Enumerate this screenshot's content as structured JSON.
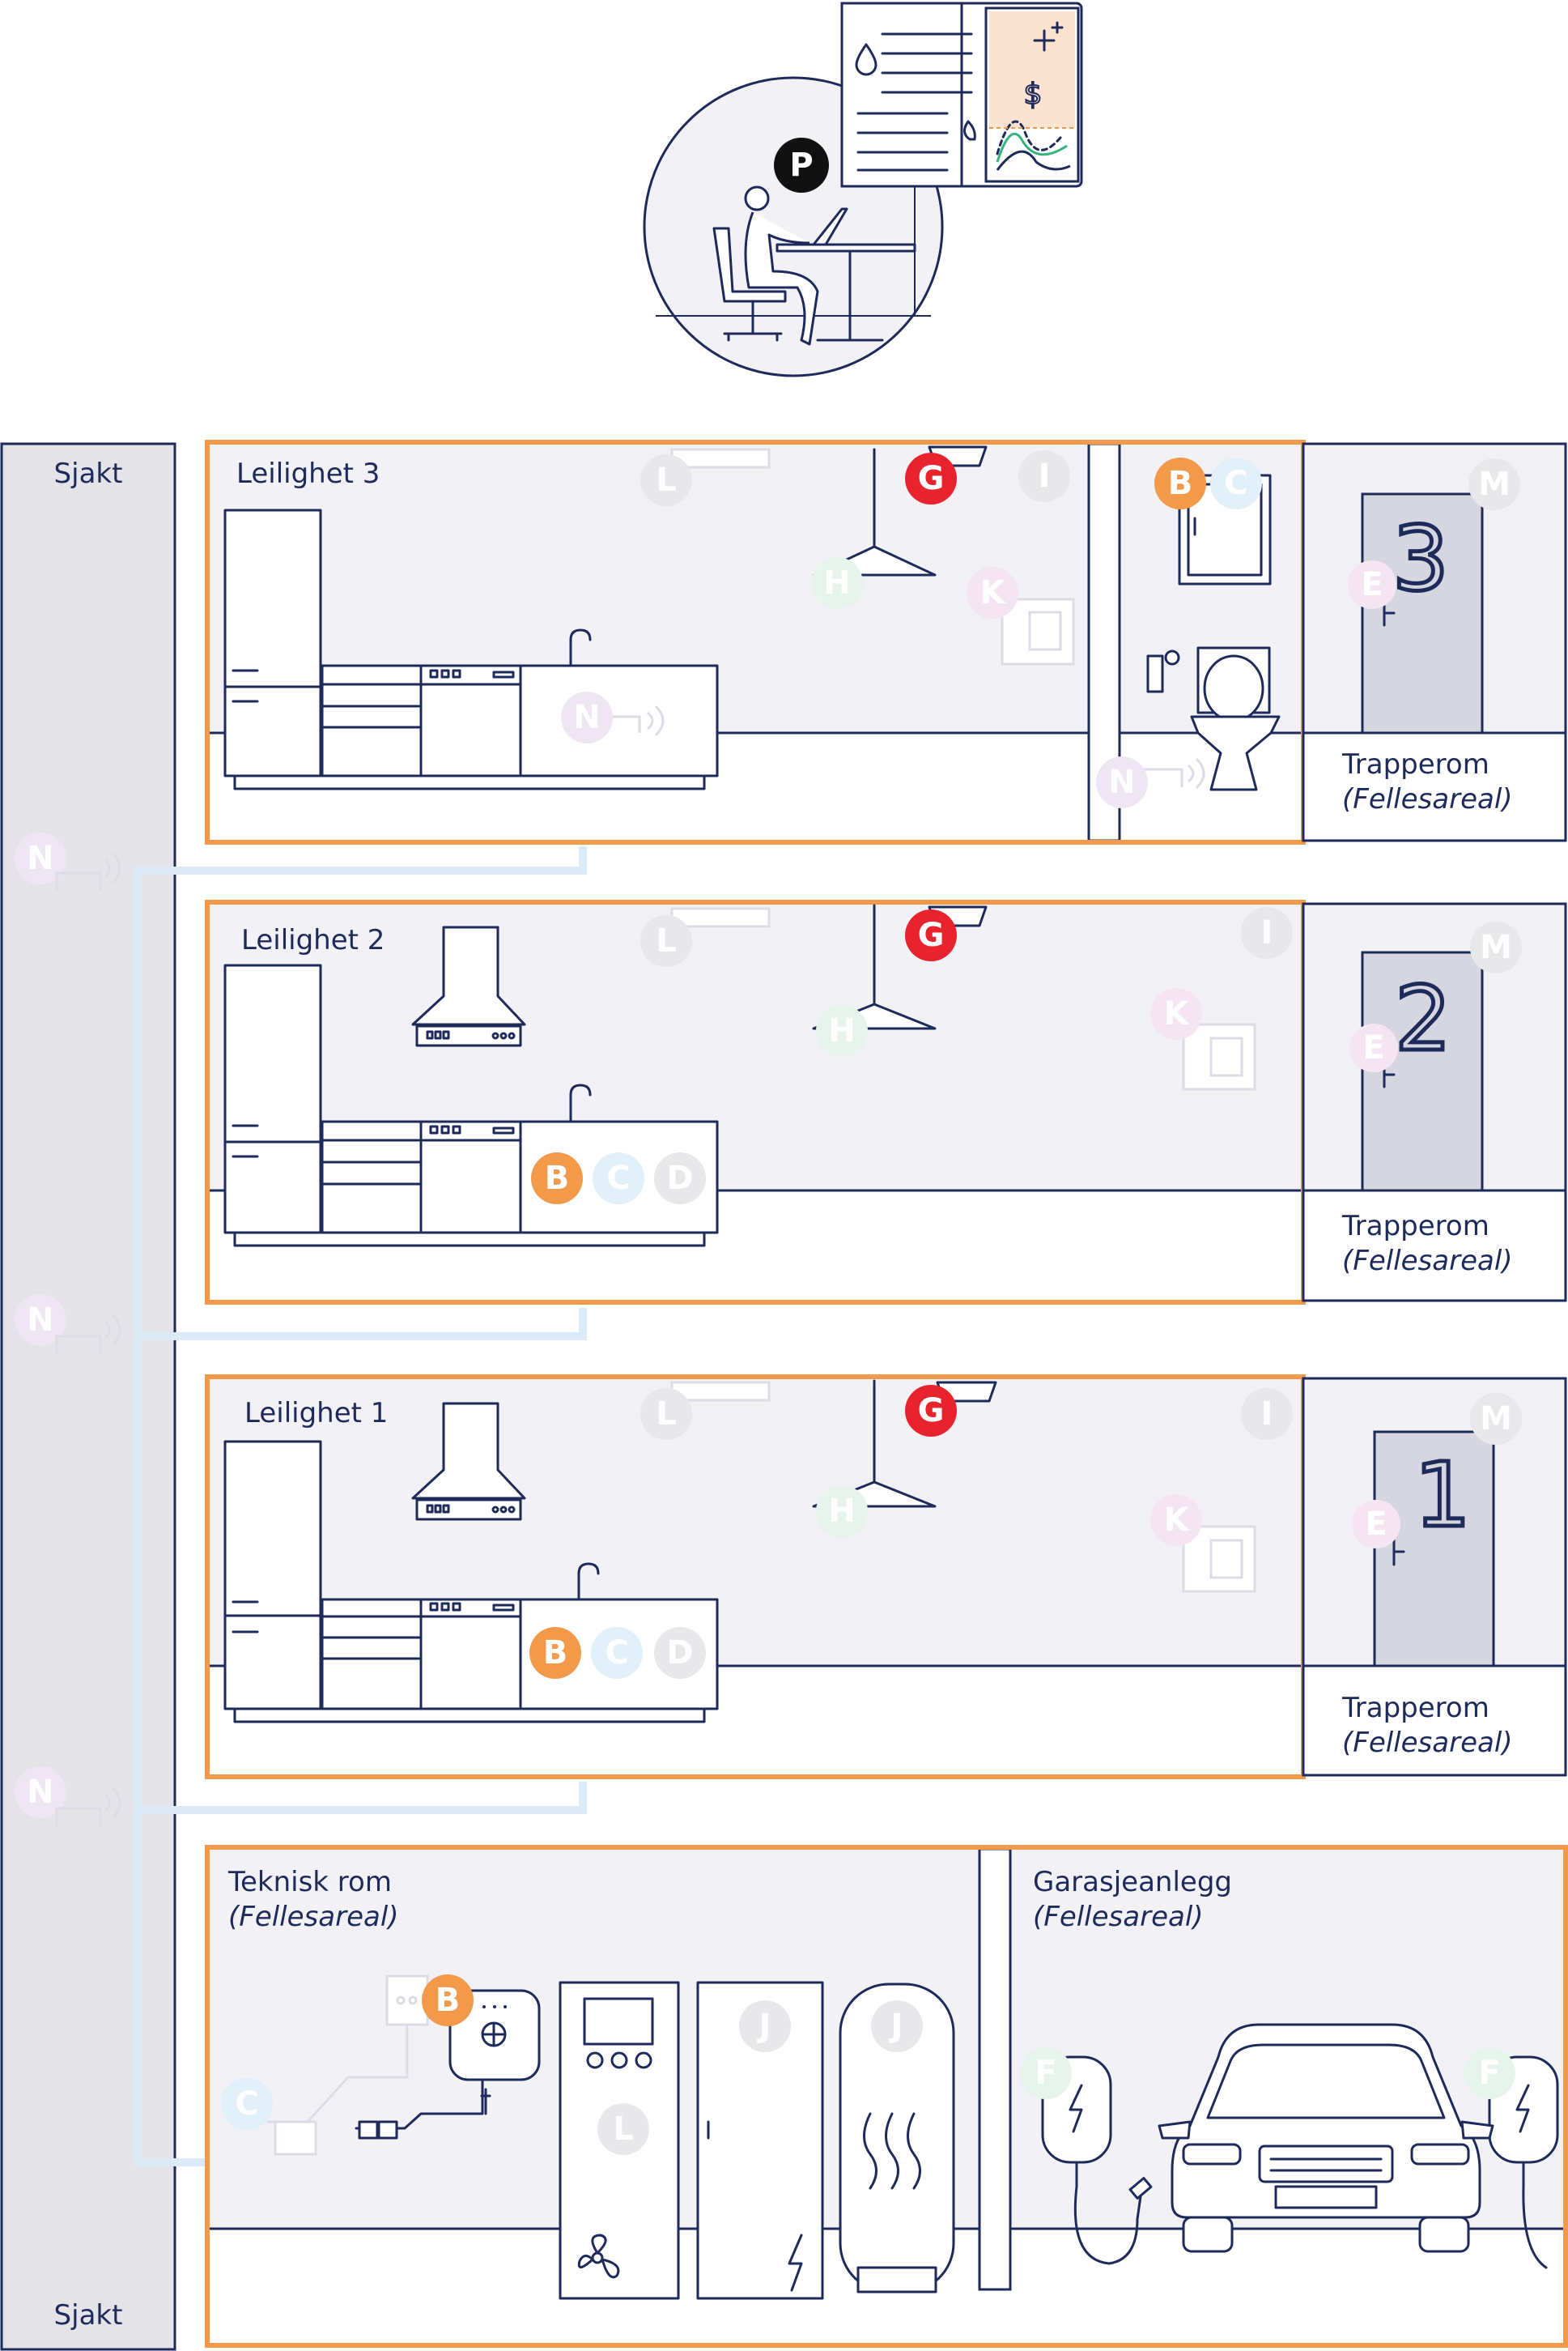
{
  "labels": {
    "shaft_top": "Sjakt",
    "shaft_bottom": "Sjakt",
    "apt3": "Leilighet 3",
    "apt2": "Leilighet 2",
    "apt1": "Leilighet 1",
    "stair": "Trapperom",
    "common": "(Fellesareal)",
    "technical": "Teknisk rom",
    "garage": "Garasjeanlegg",
    "door3": "3",
    "door2": "2",
    "door1": "1"
  },
  "markers": {
    "P": "P",
    "B": "B",
    "C": "C",
    "D": "D",
    "E": "E",
    "F": "F",
    "G": "G",
    "H": "H",
    "I": "I",
    "J": "J",
    "K": "K",
    "L": "L",
    "M": "M",
    "N": "N"
  },
  "colors": {
    "navy": "#1e2a5a",
    "orange": "#f2994a",
    "red": "#e8232e",
    "black": "#111111",
    "wall": "#f2f2f6",
    "shaft": "#e3e3e8",
    "door": "#d5d6e0",
    "pipe": "#dbeaf6",
    "faint_blue": "#e2f0fa",
    "faint_grey": "#e8e8ea",
    "faint_purple": "#eee6f3",
    "faint_green": "#e6f4ec",
    "faint_pink": "#f5e5f2",
    "faint_peach": "#fbe3d0"
  }
}
